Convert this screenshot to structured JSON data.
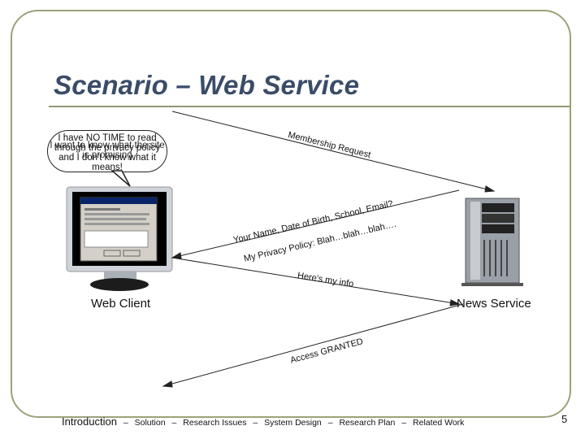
{
  "slide": {
    "title": "Scenario – Web Service",
    "page_number": "5"
  },
  "bubble": {
    "line1": "I have NO TIME to read",
    "line2": "through the privacy policy",
    "line3": "and I don't know what it",
    "line4": "means!",
    "overlap": "I want to know what the site is promising"
  },
  "actors": {
    "client_label": "Web Client",
    "server_label": "News Service"
  },
  "messages": [
    {
      "label": "Membership Request"
    },
    {
      "label": "Your Name, Date of Birth, School, Email?"
    },
    {
      "label": "My Privacy Policy:  Blah…blah…blah…."
    },
    {
      "label": "Here's my info"
    },
    {
      "label": "Access GRANTED"
    }
  ],
  "footer": {
    "items": [
      "Introduction",
      "Solution",
      "Research Issues",
      "System Design",
      "Research Plan",
      "Related Work"
    ],
    "separator": "–"
  }
}
